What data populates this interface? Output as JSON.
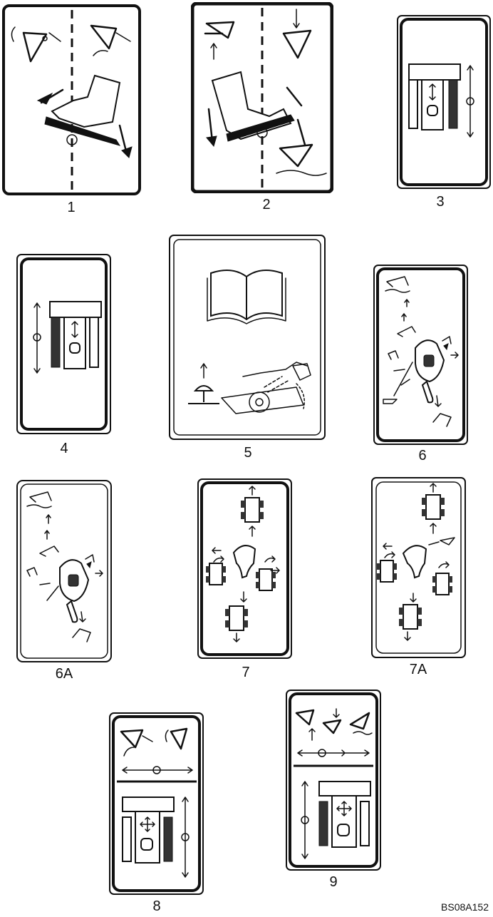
{
  "labels": {
    "d1": "1",
    "d2": "2",
    "d3": "3",
    "d4": "4",
    "d5": "5",
    "d6": "6",
    "d6a": "6A",
    "d7": "7",
    "d7a": "7A",
    "d8": "8",
    "d9": "9"
  },
  "reference_code": "BS08A152",
  "colors": {
    "ink": "#111111",
    "background": "#ffffff"
  }
}
